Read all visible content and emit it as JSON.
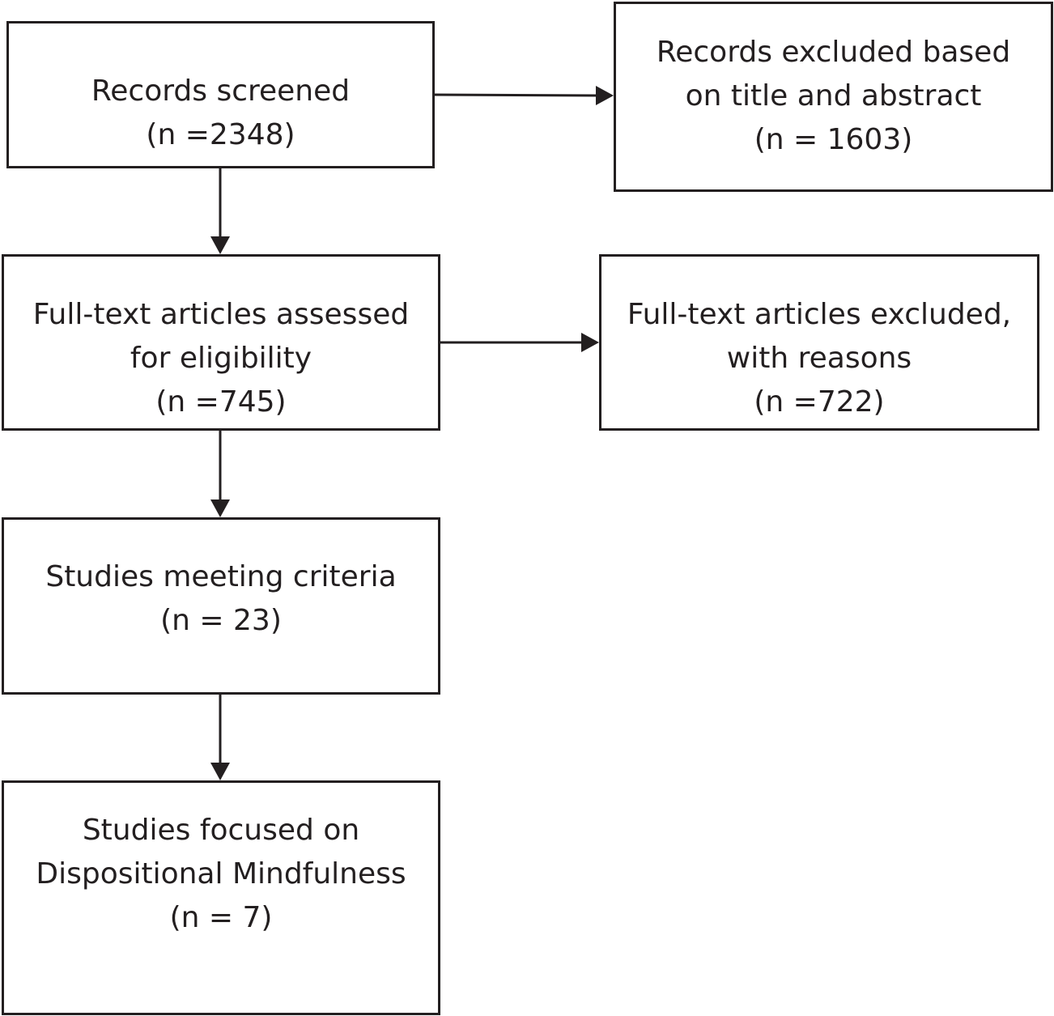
{
  "flowchart": {
    "records_screened": {
      "line1": "Records screened",
      "line2": "(n =2348)"
    },
    "records_excluded": {
      "line1": "Records excluded based",
      "line2": "on title and abstract",
      "line3": "(n = 1603)"
    },
    "fulltext_assessed": {
      "line1": "Full-text articles assessed",
      "line2": "for eligibility",
      "line3": "(n =745)"
    },
    "fulltext_excluded": {
      "line1": "Full-text articles excluded,",
      "line2": "with reasons",
      "line3": "(n =722)"
    },
    "studies_meeting": {
      "line1": "Studies meeting criteria",
      "line2": "(n = 23)"
    },
    "studies_focused": {
      "line1": "Studies focused on",
      "line2": "Dispositional Mindfulness",
      "line3": "(n = 7)"
    }
  },
  "colors": {
    "stroke": "#231f20",
    "background": "#ffffff"
  }
}
